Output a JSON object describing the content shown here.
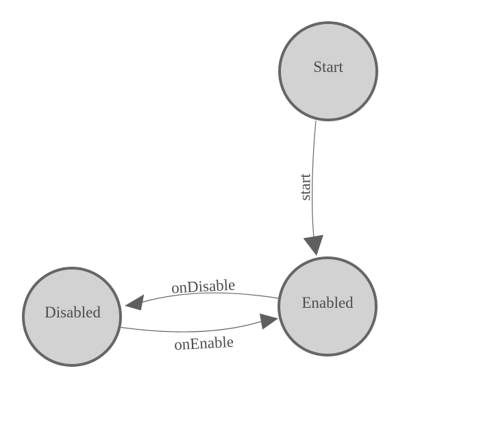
{
  "diagram": {
    "kind": "state-machine",
    "nodes": [
      {
        "id": "start",
        "label": "Start"
      },
      {
        "id": "enabled",
        "label": "Enabled"
      },
      {
        "id": "disabled",
        "label": "Disabled"
      }
    ],
    "edges": [
      {
        "id": "start-to-enabled",
        "label": "start",
        "from": "Start",
        "to": "Enabled"
      },
      {
        "id": "enabled-to-disabled",
        "label": "onDisable",
        "from": "Enabled",
        "to": "Disabled"
      },
      {
        "id": "disabled-to-enabled",
        "label": "onEnable",
        "from": "Disabled",
        "to": "Enabled"
      }
    ],
    "colors": {
      "background": "#ffffff",
      "node_fill": "#d2d2d2",
      "node_stroke": "#666666",
      "edge_stroke": "#666666",
      "arrowhead_fill": "#5f5f5f",
      "label_color": "#4c4c52"
    }
  }
}
